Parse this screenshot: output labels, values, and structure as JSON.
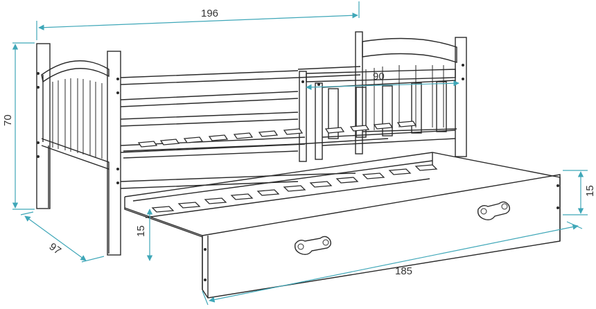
{
  "dimensions": {
    "bed_length": "196",
    "bed_height": "70",
    "bed_depth": "97",
    "rail_length": "90",
    "drawer_length": "185",
    "drawer_height_front": "15",
    "drawer_height_side": "15"
  },
  "colors": {
    "line": "#2a2a2a",
    "dimension": "#3fa7b8",
    "background": "#ffffff"
  }
}
